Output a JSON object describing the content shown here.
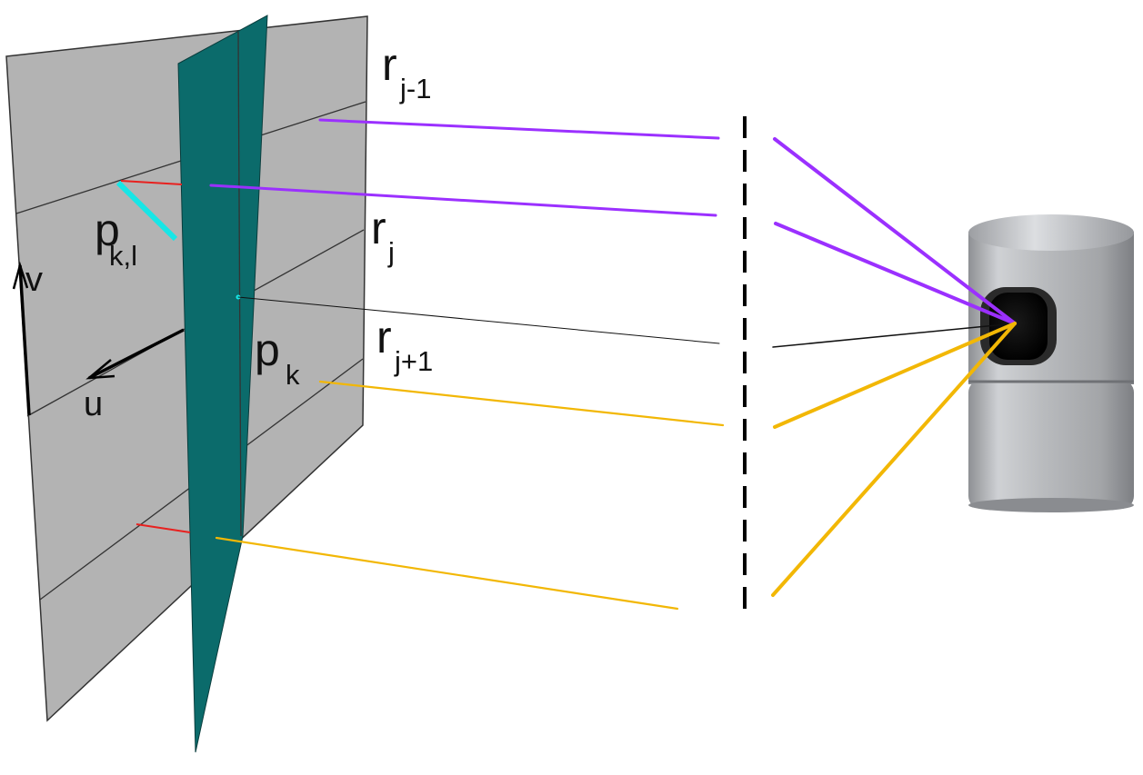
{
  "colors": {
    "plane_gray": "#b3b3b3",
    "plane_teal": "#0b6b6b",
    "ray_purple": "#9b30ff",
    "ray_yellow": "#f2b705",
    "ray_black": "#111111",
    "marker_cyan": "#18e6e6",
    "marker_red": "#e8211f",
    "sensor_body": "#c0c2c5"
  },
  "labels": {
    "r_prev": {
      "base": "r",
      "sub": "j-1"
    },
    "r_cur": {
      "base": "r",
      "sub": "j"
    },
    "r_next": {
      "base": "r",
      "sub": "j+1"
    },
    "p_kl": {
      "base": "p",
      "sub": "k,l"
    },
    "p_k": {
      "base": "p",
      "sub": "k"
    },
    "axis_v": "v",
    "axis_u": "u"
  },
  "icons": {
    "sensor": "lidar-sensor-icon"
  }
}
